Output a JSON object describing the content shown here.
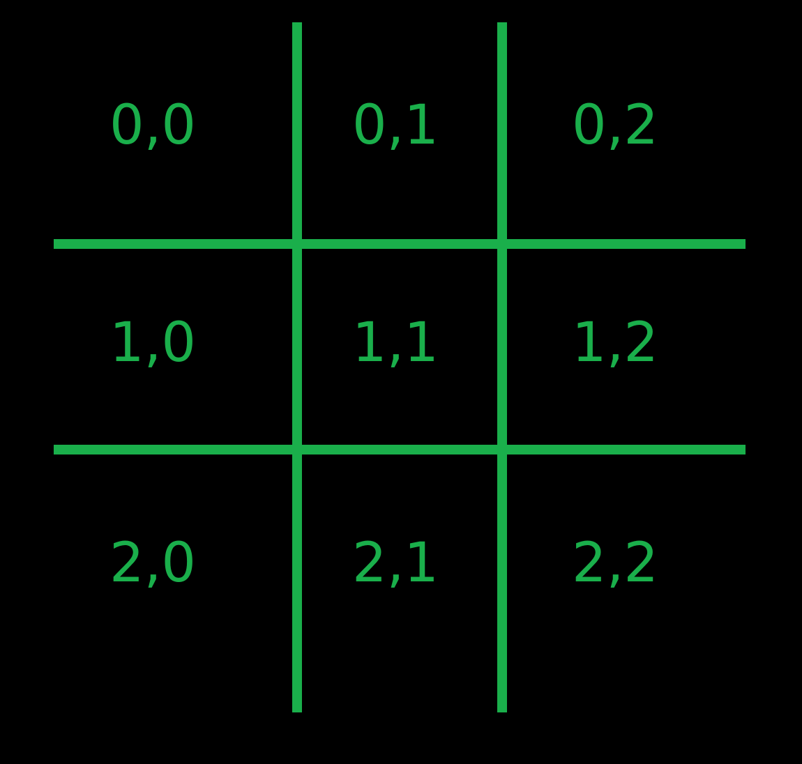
{
  "grid": {
    "line_color": "#1aaf4b",
    "text_color": "#1aaf4b",
    "background": "#000000",
    "cells": [
      [
        "0,0",
        "0,1",
        "0,2"
      ],
      [
        "1,0",
        "1,1",
        "1,2"
      ],
      [
        "2,0",
        "2,1",
        "2,2"
      ]
    ]
  }
}
